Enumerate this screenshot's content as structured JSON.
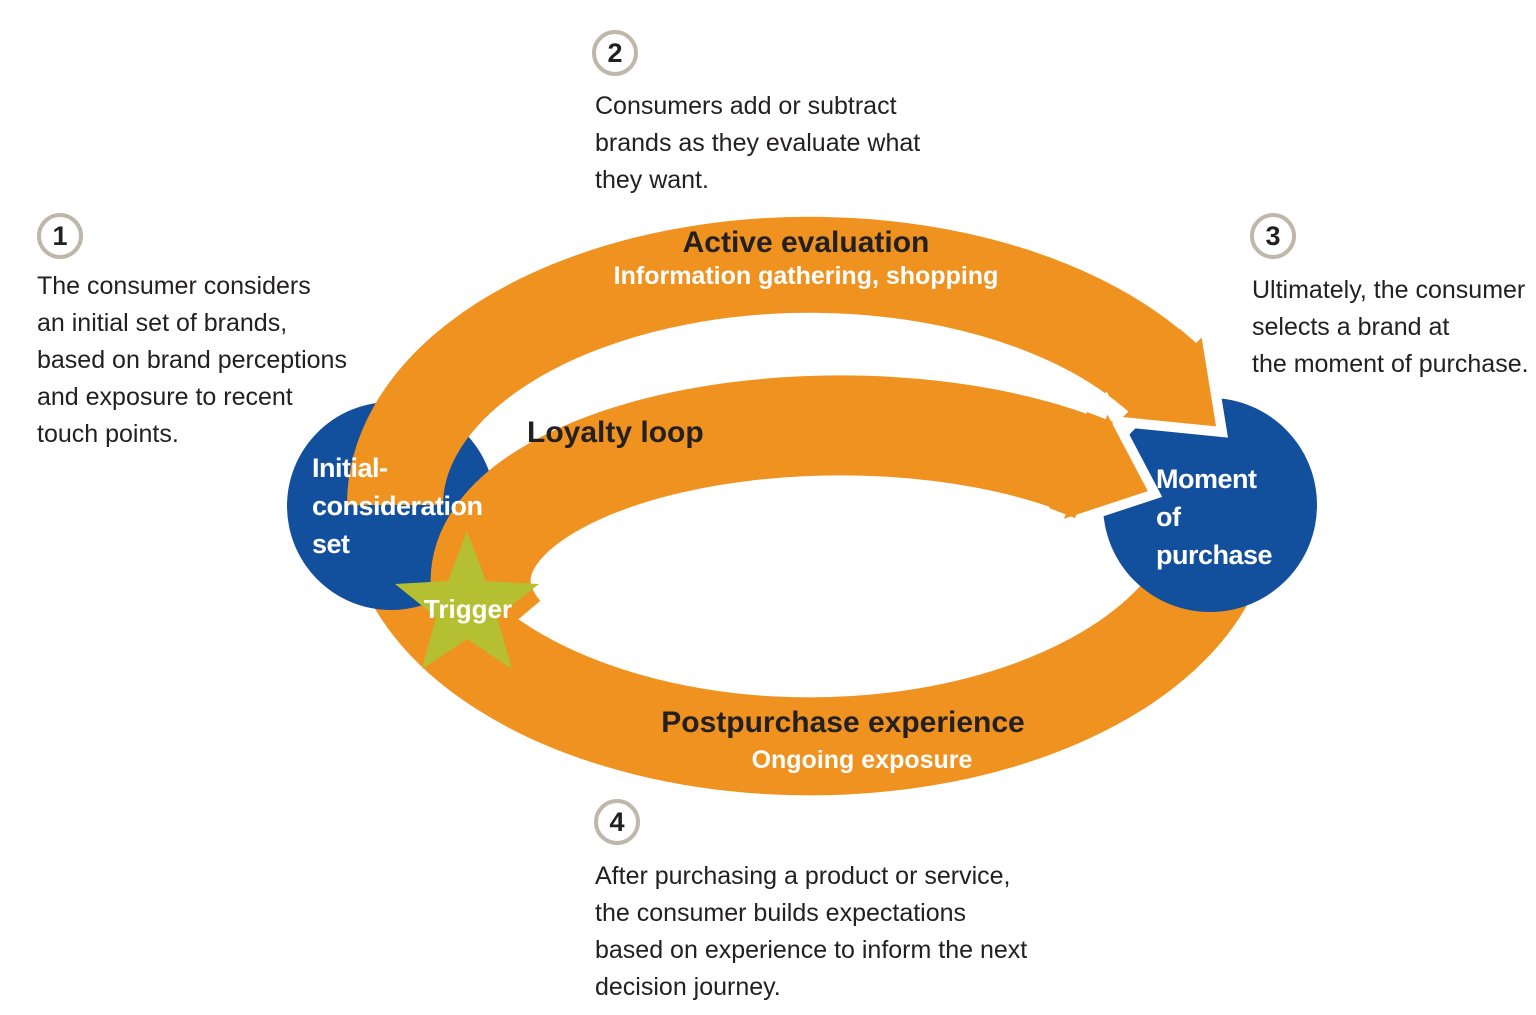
{
  "colors": {
    "orange": "#F0921F",
    "blue": "#124F9D",
    "green": "#B4BF32",
    "tan": "#BEB7AA",
    "ink": "#242021"
  },
  "steps": [
    {
      "number": "1",
      "lines": [
        "The consumer considers",
        "an initial set of brands,",
        "based on brand perceptions",
        "and exposure to recent",
        "touch points."
      ]
    },
    {
      "number": "2",
      "lines": [
        "Consumers add or subtract",
        "brands as they evaluate what",
        "they want."
      ]
    },
    {
      "number": "3",
      "lines": [
        "Ultimately, the consumer",
        "selects a brand at",
        "the moment of purchase."
      ]
    },
    {
      "number": "4",
      "lines": [
        "After purchasing a product or service,",
        "the consumer builds expectations",
        "based on experience to inform the next",
        "decision journey."
      ]
    }
  ],
  "loop": {
    "active_evaluation": {
      "title": "Active evaluation",
      "subtitle": "Information gathering, shopping"
    },
    "loyalty_label": "Loyalty loop",
    "postpurchase": {
      "title": "Postpurchase experience",
      "subtitle": "Ongoing exposure"
    }
  },
  "nodes": {
    "initial": {
      "lines": [
        "Initial-",
        "consideration",
        "set"
      ]
    },
    "purchase": {
      "lines": [
        "Moment",
        "of",
        "purchase"
      ]
    },
    "trigger": "Trigger"
  }
}
